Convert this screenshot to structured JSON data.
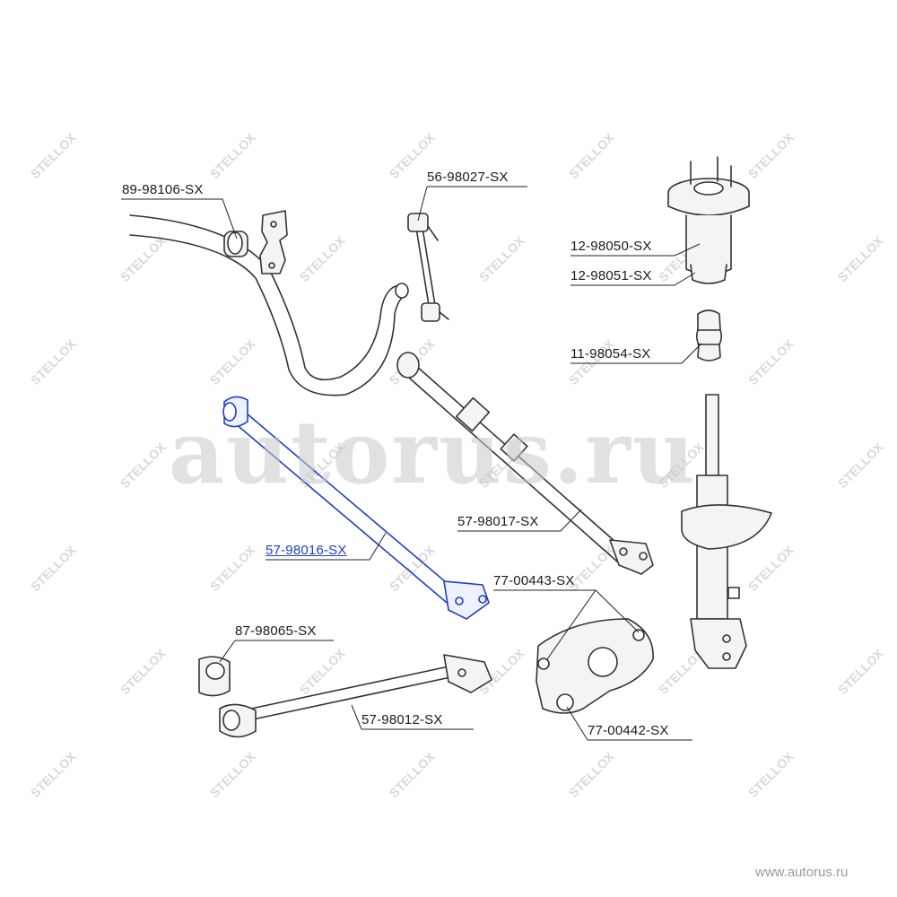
{
  "watermark": {
    "big": "autorus.ru",
    "site": "www.autorus.ru",
    "brand": "STELLOX"
  },
  "labels": {
    "p89_98106": "89-98106-SX",
    "p56_98027": "56-98027-SX",
    "p12_98050": "12-98050-SX",
    "p12_98051": "12-98051-SX",
    "p11_98054": "11-98054-SX",
    "p57_98017": "57-98017-SX",
    "p57_98016": "57-98016-SX",
    "p77_00443": "77-00443-SX",
    "p87_98065": "87-98065-SX",
    "p57_98012": "57-98012-SX",
    "p77_00442": "77-00442-SX"
  },
  "colors": {
    "highlight": "#1f3fbf",
    "line": "#222222",
    "part_fill": "#f4f4f4",
    "watermark": "#c8c8c8"
  }
}
